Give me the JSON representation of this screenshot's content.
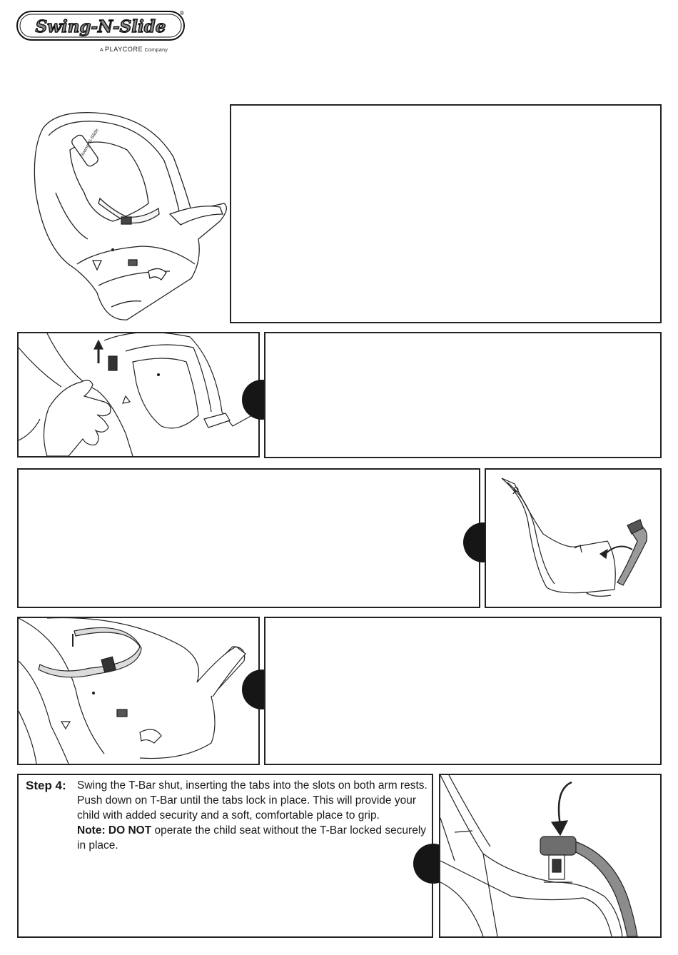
{
  "brand": {
    "logo_text": "Swing-N-Slide",
    "registered_mark": "®",
    "tagline_prefix": "A",
    "tagline_brand": "PLAYCORE",
    "tagline_suffix": "Company"
  },
  "step4": {
    "label": "Step 4:",
    "text": "Swing the T-Bar shut, inserting the tabs into the slots on both arm rests. Push down on T-Bar until the tabs lock in place. This will provide your child with added security and a soft, comfortable place to grip.",
    "note_label": "Note: DO NOT",
    "note_text": " operate the child seat without the T-Bar locked securely in place."
  },
  "icons": {
    "seat_overview": "child-seat-illustration",
    "step1": "belt-adjust-illustration",
    "step2": "tbar-open-illustration",
    "step3": "seat-belt-illustration",
    "step4": "tbar-lock-illustration"
  }
}
